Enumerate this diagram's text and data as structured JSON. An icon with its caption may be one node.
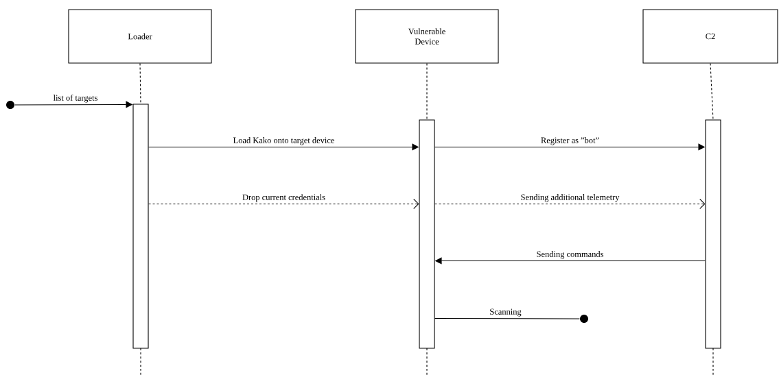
{
  "diagram": {
    "nodes": [
      {
        "text": [
          "Loader"
        ]
      },
      {
        "text": [
          "Vulnerable Device"
        ]
      },
      {
        "text": [
          "C2"
        ]
      },
      {
        "text": [],
        "shape": "bar"
      },
      {
        "text": [],
        "shape": "bar"
      },
      {
        "text": [],
        "shape": "bar"
      },
      {
        "text": [],
        "shape": "circle"
      },
      {
        "text": [],
        "shape": "circle"
      }
    ],
    "edges": [
      {
        "from": 0,
        "to": 3,
        "arrow": "none",
        "style": "dashed"
      },
      {
        "from": 1,
        "to": 4,
        "arrow": "none",
        "style": "dashed"
      },
      {
        "from": 2,
        "to": 5,
        "arrow": "none",
        "style": "dashed"
      },
      {
        "from": 6,
        "to": 3,
        "arrow": "to",
        "label": "list of targets"
      },
      {
        "from": 3,
        "to": 4,
        "arrow": "to",
        "label": "Load Kako onto target device"
      },
      {
        "from": 4,
        "to": 5,
        "arrow": "to",
        "label": "Register as ”bot”"
      },
      {
        "from": 3,
        "to": 4,
        "arrow": "to",
        "style": "dashed",
        "label": "Drop current credentials"
      },
      {
        "from": 4,
        "to": 5,
        "arrow": "to",
        "style": "dashed",
        "label": "Sending additional telemetry"
      },
      {
        "from": 5,
        "to": 4,
        "arrow": "to",
        "label": "Sending commands"
      },
      {
        "from": 4,
        "to": 7,
        "arrow": "none",
        "label": "Scanning"
      }
    ]
  }
}
